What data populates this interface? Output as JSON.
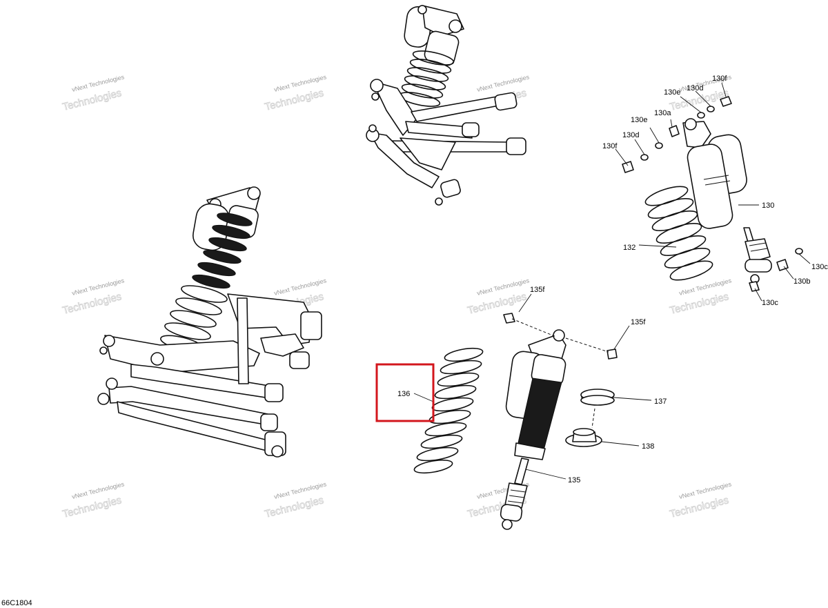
{
  "diagram_code": "66C1804",
  "watermark": {
    "line1": "vNext Technologies",
    "line2": "Technologies"
  },
  "highlight_part": "136",
  "callouts": [
    "130f",
    "130e",
    "130d",
    "130d",
    "130e",
    "130a",
    "130f",
    "130",
    "132",
    "130c",
    "130b",
    "130c",
    "135f",
    "135f",
    "136",
    "137",
    "138",
    "135"
  ]
}
